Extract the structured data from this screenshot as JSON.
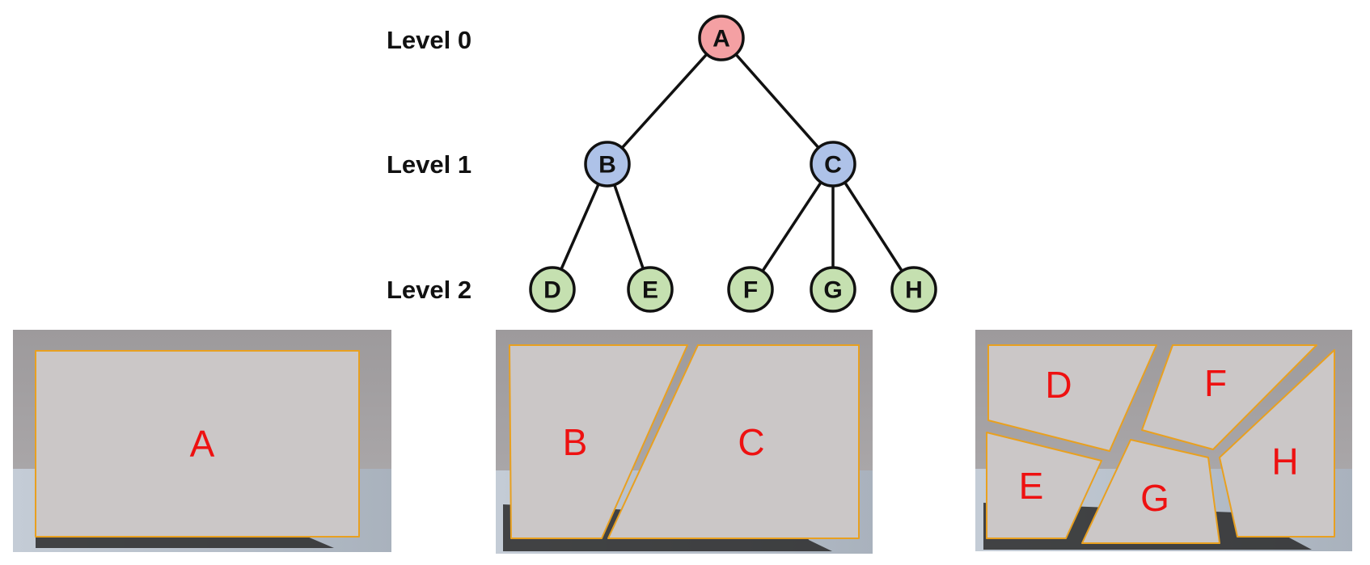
{
  "hierarchy": {
    "levels": [
      "Level 0",
      "Level 1",
      "Level 2"
    ],
    "nodes": {
      "A": {
        "label": "A",
        "level": 0,
        "color": "#f4a0a3"
      },
      "B": {
        "label": "B",
        "level": 1,
        "color": "#aec2e8"
      },
      "C": {
        "label": "C",
        "level": 1,
        "color": "#aec2e8"
      },
      "D": {
        "label": "D",
        "level": 2,
        "color": "#c5e0b0"
      },
      "E": {
        "label": "E",
        "level": 2,
        "color": "#c5e0b0"
      },
      "F": {
        "label": "F",
        "level": 2,
        "color": "#c5e0b0"
      },
      "G": {
        "label": "G",
        "level": 2,
        "color": "#c5e0b0"
      },
      "H": {
        "label": "H",
        "level": 2,
        "color": "#c5e0b0"
      }
    },
    "edges": [
      [
        "A",
        "B"
      ],
      [
        "A",
        "C"
      ],
      [
        "B",
        "D"
      ],
      [
        "B",
        "E"
      ],
      [
        "C",
        "F"
      ],
      [
        "C",
        "G"
      ],
      [
        "C",
        "H"
      ]
    ]
  },
  "panels": [
    {
      "name": "level-0-panel",
      "fragments": [
        "A"
      ]
    },
    {
      "name": "level-1-panel",
      "fragments": [
        "B",
        "C"
      ]
    },
    {
      "name": "level-2-panel",
      "fragments": [
        "D",
        "E",
        "F",
        "G",
        "H"
      ]
    }
  ],
  "colors": {
    "fragment_label": "#ee1111",
    "fragment_outline": "#e8a020",
    "fragment_fill": "#cbc7c7",
    "wall": "#a7a4a6",
    "floor": "#b8c0ca"
  }
}
